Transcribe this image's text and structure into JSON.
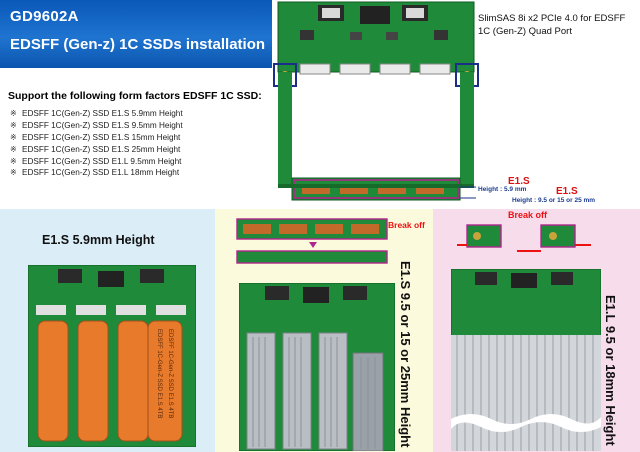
{
  "header": {
    "title_line1": "GD9602A",
    "title_line2": "EDSFF (Gen-z) 1C SSDs installation",
    "brand_color": "#0f62c4"
  },
  "support": {
    "heading": "Support the following form factors EDSFF 1C SSD:",
    "bullet_glyph": "※",
    "items": [
      "EDSFF 1C(Gen-Z) SSD E1.S 5.9mm Height",
      "EDSFF 1C(Gen-Z) SSD E1.S 9.5mm Height",
      "EDSFF 1C(Gen-Z) SSD E1.S 15mm Height",
      "EDSFF 1C(Gen-Z) SSD E1.S 25mm Height",
      "EDSFF 1C(Gen-Z) SSD E1.L 9.5mm Height",
      "EDSFF 1C(Gen-Z) SSD E1.L 18mm Height"
    ]
  },
  "board_labels": {
    "slimsas": "SlimSAS 8i x2 PCIe 4.0  for EDSFF 1C (Gen-Z) Quad Port",
    "e1s_tag_a": "E1.S",
    "height_a": "Height : 5.9 mm",
    "e1s_tag_b": "E1.S",
    "height_b": "Height : 9.5 or 15 or 25 mm"
  },
  "panels": {
    "e1s_59": {
      "title": "E1.S 5.9mm Height",
      "bg": "#dbeef8"
    },
    "e1s_9515": {
      "title": "E1.S 9.5 or 15 or 25mm Height",
      "break_label": "Break off",
      "bg": "#fbfadc"
    },
    "e1l": {
      "title": "E1.L 9.5 or 18mm Height",
      "break_label": "Break off",
      "bg": "#f7dcec"
    }
  },
  "drive_labels": [
    "EDSFF 1C-Gen-Z SSD E1.S 4TB",
    "EDSFF 1C-Gen-Z SSD E1.S 4TB"
  ],
  "colors": {
    "pcb": "#1f8a3a",
    "pcb_dark": "#166b2b",
    "copper_drive": "#e87a2c",
    "heatsink": "#b9bec4",
    "highlight_red": "#dd1111",
    "highlight_navy": "#1b2f8a"
  }
}
